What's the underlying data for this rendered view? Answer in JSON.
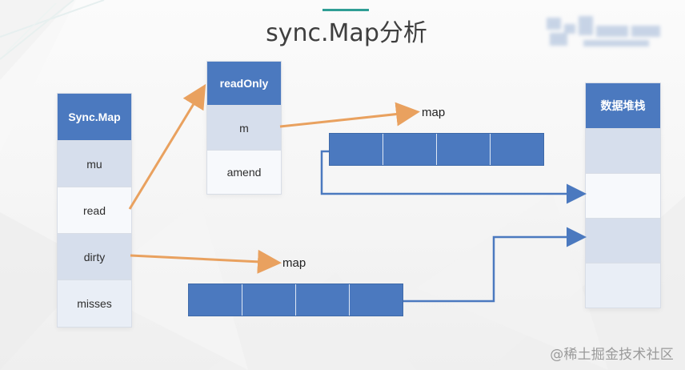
{
  "title": "sync.Map分析",
  "watermark": "@稀土掘金技术社区",
  "colors": {
    "accent": "#2f9e95",
    "header_blue": "#4b79bf",
    "orange_arrow": "#e9a15f",
    "blue_arrow": "#4b79bf"
  },
  "syncmap_table": {
    "header": "Sync.Map",
    "rows": [
      "mu",
      "read",
      "dirty",
      "misses"
    ]
  },
  "readonly_table": {
    "header": "readOnly",
    "rows": [
      "m",
      "amend"
    ]
  },
  "stack_table": {
    "header": "数据堆栈",
    "rows": [
      "",
      "",
      "",
      ""
    ]
  },
  "labels": {
    "top_map": "map",
    "bottom_map": "map"
  }
}
